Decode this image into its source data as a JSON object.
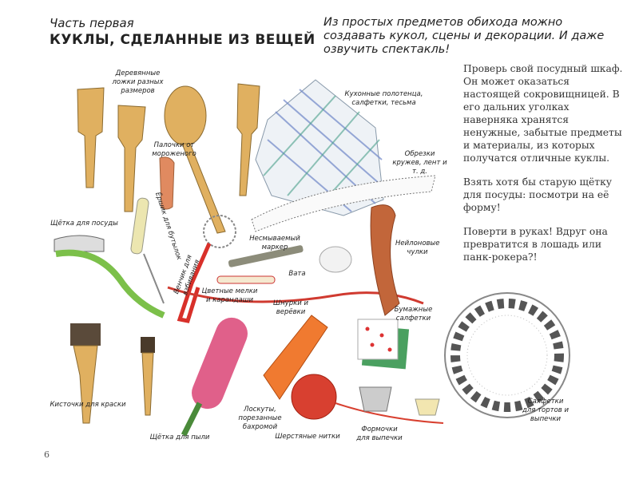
{
  "header": {
    "part": "Часть первая",
    "title": "КУКЛЫ, СДЕЛАННЫЕ ИЗ ВЕЩЕЙ"
  },
  "lead": "Из простых предметов обихода можно создавать кукол, сцены и декорации. И даже озвучить спектакль!",
  "body": [
    "Проверь свой посудный шкаф. Он может оказаться настоящей сокровищницей. В его дальних уголках наверняка хранятся ненужные, забытые предметы и материалы, из которых получатся отличные куклы.",
    "Взять хотя бы старую щётку для посуды: посмотри на её форму!",
    "Поверти в руках! Вдруг она превратится в лошадь или панк-рокера?!"
  ],
  "labels": {
    "spoons": "Деревянные ложки разных размеров",
    "sticks": "Палочки от мороженого",
    "towels": "Кухонные полотенца, салфетки, тесьма",
    "lace": "Обрезки кружев, лент и т. д.",
    "dish_brush": "Щётка для посуды",
    "bottle_brush": "Ёршик для бутылок",
    "whisk": "Венчик для взбивания",
    "marker": "Несмываемый маркер",
    "cotton": "Вата",
    "stockings": "Нейлоновые чулки",
    "crayons": "Цветные мелки и карандаши",
    "laces": "Шнурки и верёвки",
    "napkins": "Бумажные салфетки",
    "paint_brushes": "Кисточки для краски",
    "duster": "Щётка для пыли",
    "rags": "Лоскуты, порезанные бахромой",
    "yarn": "Шерстяные нитки",
    "cups": "Формочки для выпечки",
    "doilies": "Салфетки для тортов и выпечки"
  },
  "page_number": "6"
}
